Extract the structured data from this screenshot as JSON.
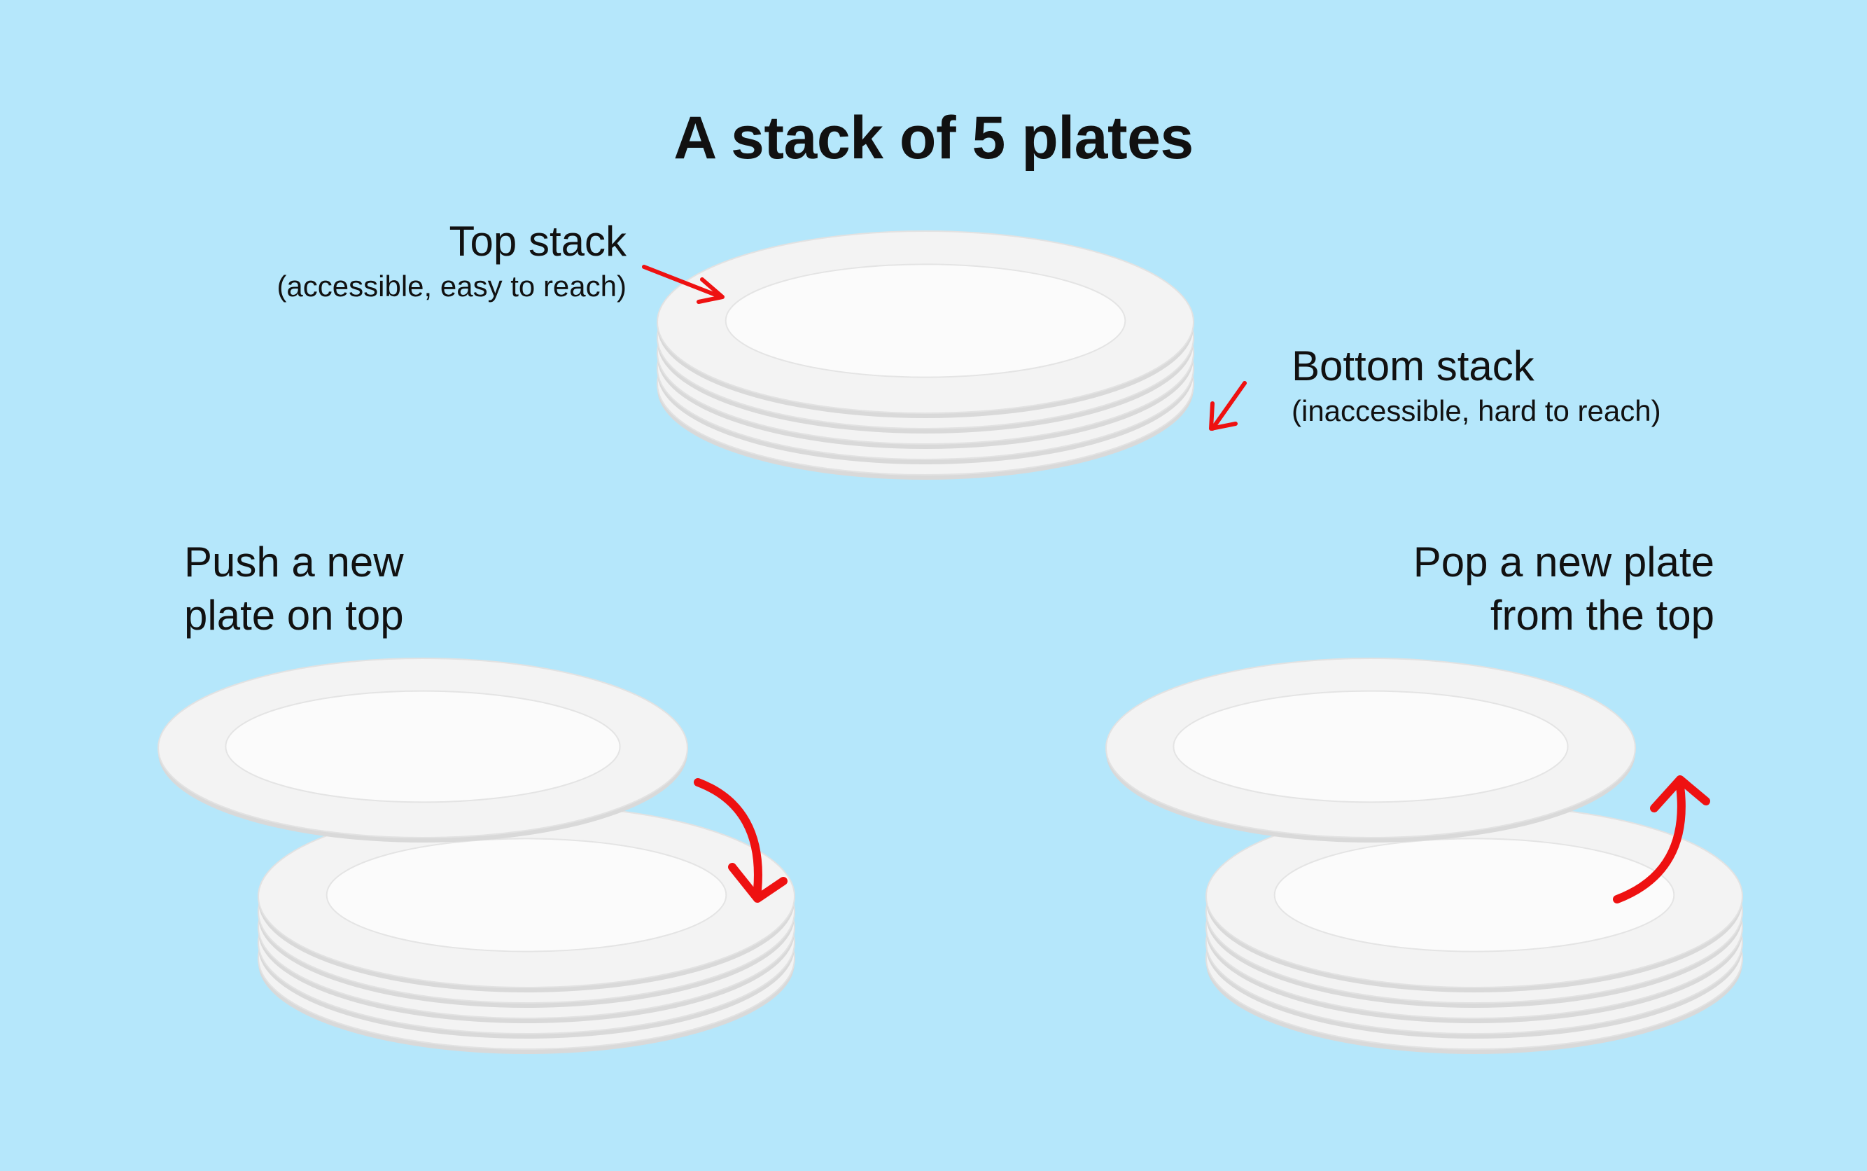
{
  "title": "A stack of 5 plates",
  "annotations": {
    "top": {
      "title": "Top stack",
      "note": "(accessible, easy to reach)"
    },
    "bottom": {
      "title": "Bottom stack",
      "note": "(inaccessible, hard to reach)"
    }
  },
  "push": {
    "line1": "Push a new",
    "line2": "plate on top"
  },
  "pop": {
    "line1": "Pop a new plate",
    "line2": "from the top"
  },
  "stacks": {
    "main": {
      "plates": 5
    },
    "push": {
      "plates": 5,
      "moving_plates": 1
    },
    "pop": {
      "plates": 5,
      "moving_plates": 1
    }
  },
  "colors": {
    "background": "#b5e7fb",
    "plate_rim": "#f3f3f3",
    "plate_center": "#fbfbfb",
    "plate_edge": "#d9d9d9",
    "arrow": "#ee1111"
  }
}
